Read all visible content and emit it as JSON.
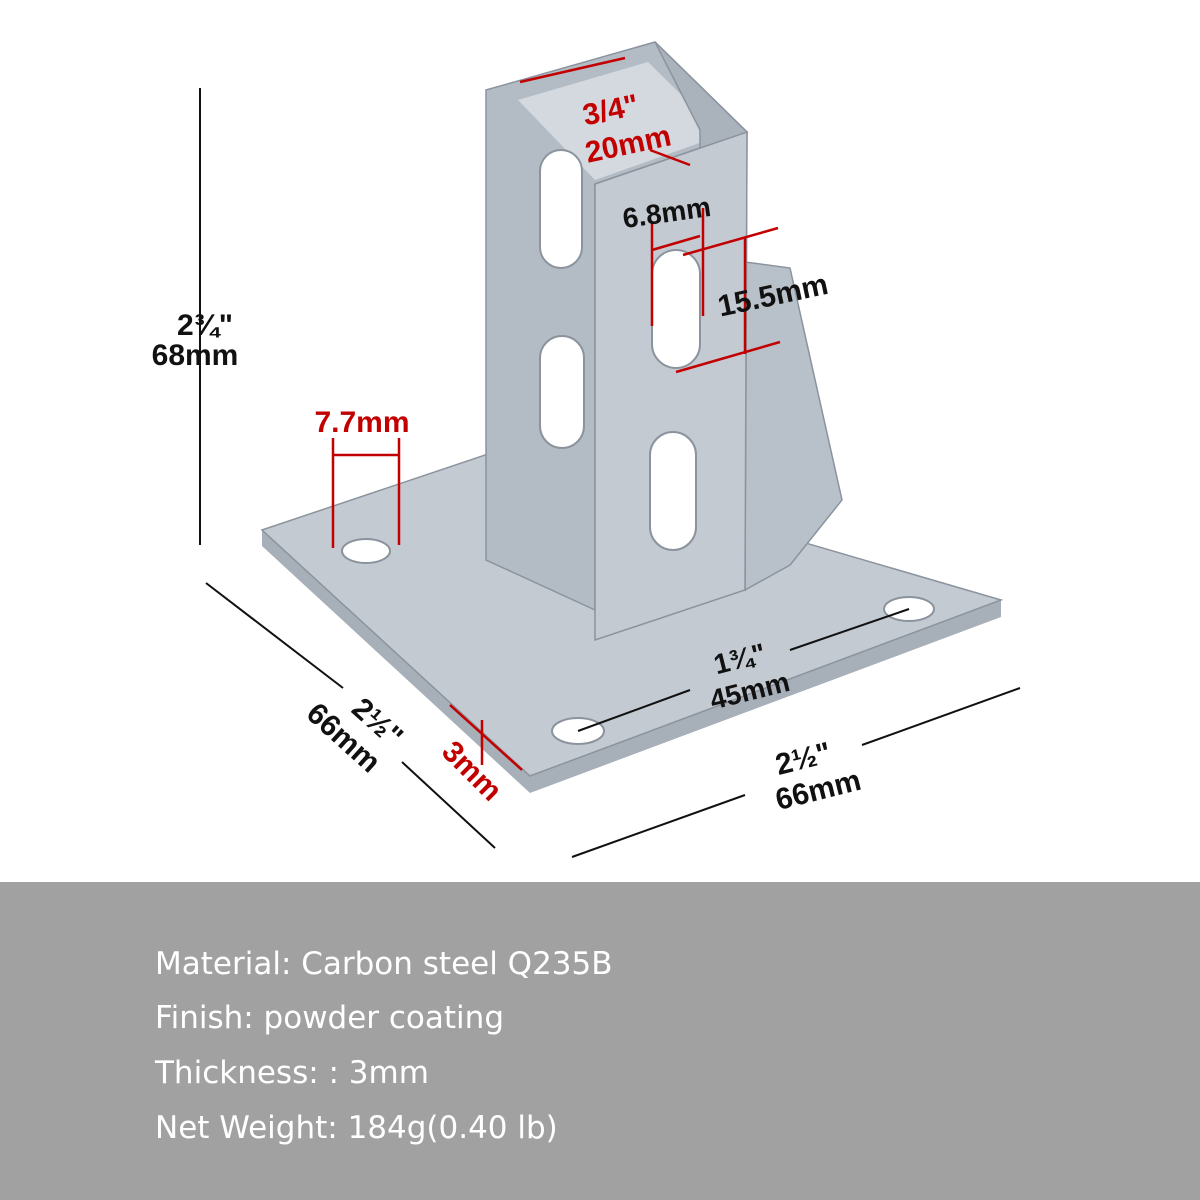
{
  "colors": {
    "metal": "#c3cad2",
    "metal_dark": "#a7afb9",
    "metal_edge": "#8b939d",
    "dimension_line": "#111111",
    "accent_red": "#c30000",
    "panel_bg": "#a1a1a1",
    "panel_text": "#ffffff"
  },
  "dimensions": {
    "height": {
      "imperial": "2¾\"",
      "metric": "68mm"
    },
    "channel_width": {
      "imperial": "3/4\"",
      "metric": "20mm"
    },
    "slot_width": "6.8mm",
    "slot_length": "15.5mm",
    "hole_diameter": "7.7mm",
    "plate_thickness": "3mm",
    "hole_spacing": {
      "imperial": "1¾\"",
      "metric": "45mm"
    },
    "base_depth": {
      "imperial": "2½\"",
      "metric": "66mm"
    },
    "base_width": {
      "imperial": "2½\"",
      "metric": "66mm"
    }
  },
  "specs": [
    "Material: Carbon steel Q235B",
    "Finish: powder coating",
    "Thickness: : 3mm",
    "Net Weight: 184g(0.40 lb)"
  ]
}
